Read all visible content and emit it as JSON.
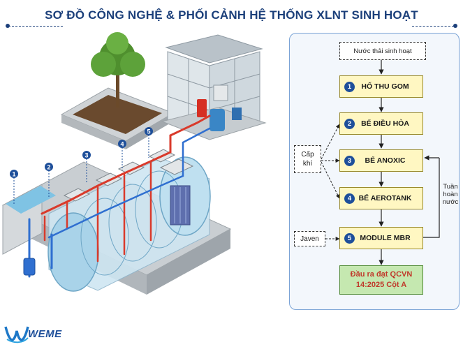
{
  "title": "SƠ ĐỒ CÔNG NGHỆ & PHỐI CẢNH HỆ THỐNG XLNT SINH HOẠT",
  "scene": {
    "markers": [
      "1",
      "2",
      "3",
      "4",
      "5"
    ]
  },
  "flow": {
    "source": "Nước thải sinh hoạt",
    "steps": [
      {
        "num": "1",
        "label": "HỐ THU GOM"
      },
      {
        "num": "2",
        "label": "BỂ ĐIỀU HÒA"
      },
      {
        "num": "3",
        "label": "BỂ ANOXIC"
      },
      {
        "num": "4",
        "label": "BỂ AEROTANK"
      },
      {
        "num": "5",
        "label": "MODULE MBR"
      }
    ],
    "output_line1": "Đầu ra đạt QCVN",
    "output_line2": "14:2025 Cột A",
    "air_line1": "Cấp",
    "air_line2": "khí",
    "chem": "Javen",
    "recirc_line1": "Tuần",
    "recirc_line2": "hoàn",
    "recirc_line3": "nước"
  },
  "brand": {
    "logo_text": "WEME"
  },
  "colors": {
    "title": "#1b3f7a",
    "step_fill": "#fff7c2",
    "badge": "#1e4f9a",
    "output_fill": "#c5e8b0",
    "output_text": "#c0392b",
    "pipe": "#d93a2b",
    "water": "#9fcfe8"
  }
}
